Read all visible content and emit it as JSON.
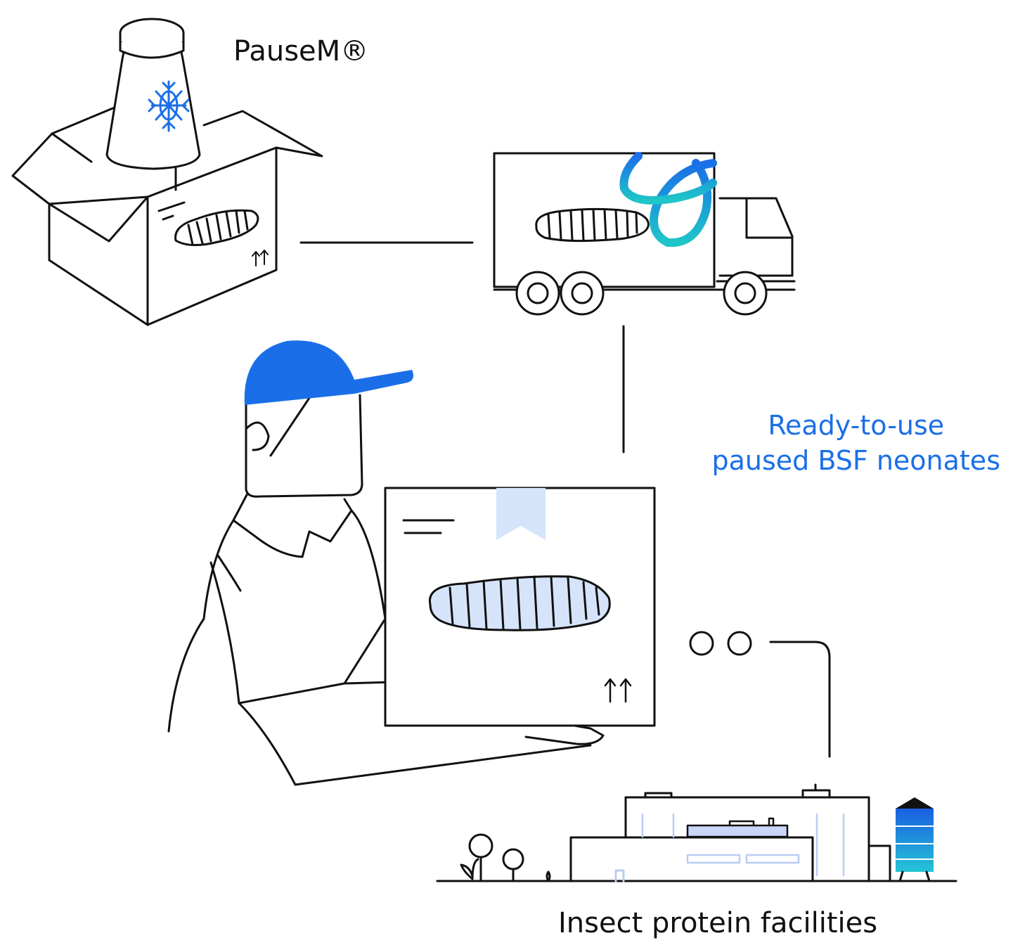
{
  "labels": {
    "product": "PauseM®",
    "output_line1": "Ready-to-use",
    "output_line2": "paused BSF neonates",
    "facility": "Insect protein facilities"
  },
  "colors": {
    "line": "#111111",
    "brand_blue": "#1a6fe8",
    "light_blue": "#d6e4fb",
    "teal": "#1fc6c8"
  },
  "icons": {
    "snowflake": "snowflake-fly-icon",
    "package_arrows": "this-side-up-icon"
  }
}
